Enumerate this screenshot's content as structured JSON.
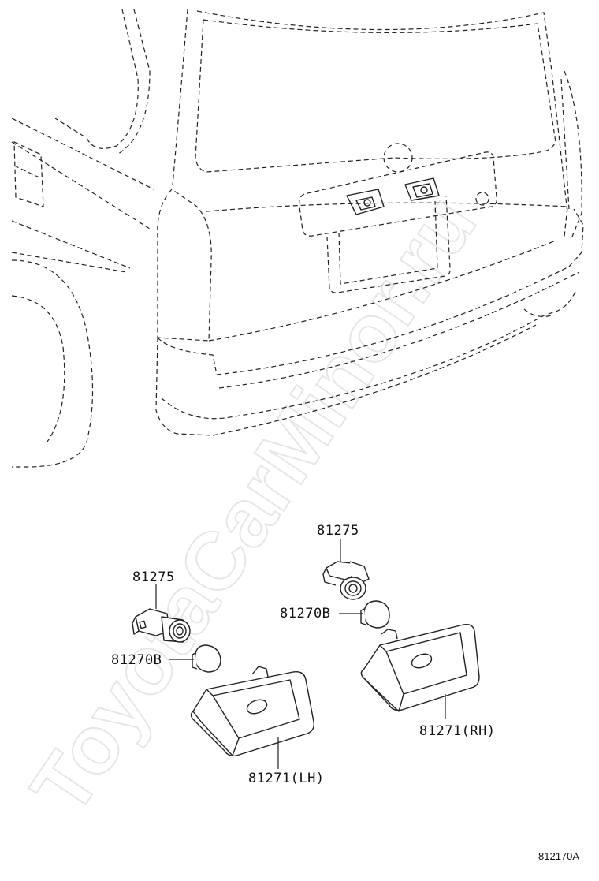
{
  "watermark": "ToyotaCarMinor.ru",
  "parts": {
    "socket_left": "81275",
    "bulb_left": "81270B",
    "lens_left": "81271(LH)",
    "socket_right": "81275",
    "bulb_right": "81270B",
    "lens_right": "81271(RH)"
  },
  "figure_code": "812170A"
}
